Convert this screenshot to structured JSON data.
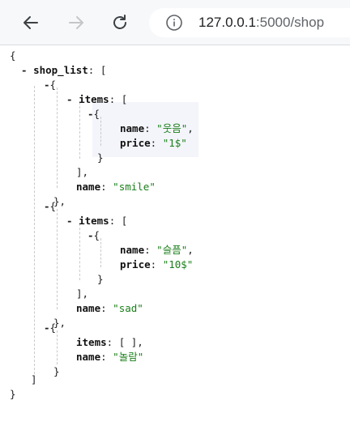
{
  "browser": {
    "url_host": "127.0.0.1",
    "url_path": ":5000/shop",
    "icons": {
      "back": "arrow-left-icon",
      "forward": "arrow-right-icon",
      "reload": "reload-icon",
      "info": "info-icon"
    }
  },
  "json": {
    "open_brace": "{",
    "close_brace": "}",
    "toggle": "-",
    "shop_list_key": "shop_list",
    "shop_list_open": ": [",
    "shop_list_close": "]",
    "items_key": "items",
    "name_key": "name",
    "price_key": "price",
    "shops": [
      {
        "products": [
          {
            "name": "\"웃음\"",
            "price": "\"1$\""
          }
        ],
        "name": "\"smile\""
      },
      {
        "products": [
          {
            "name": "\"슬픔\"",
            "price": "\"10$\""
          }
        ],
        "name": "\"sad\""
      },
      {
        "empty_items": "[ ]",
        "name": "\"놀람\""
      }
    ]
  }
}
